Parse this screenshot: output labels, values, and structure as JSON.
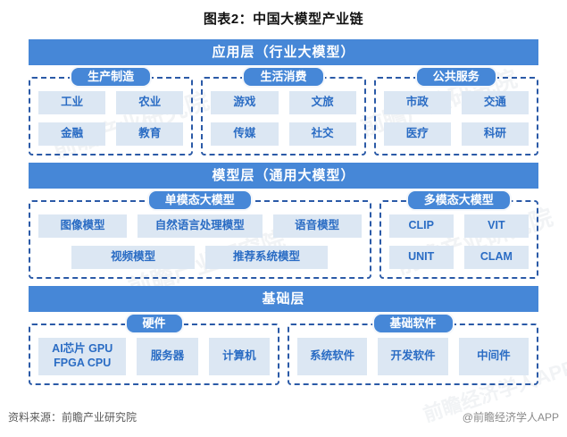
{
  "title": "图表2：中国大模型产业链",
  "layers": [
    {
      "header": "应用层（行业大模型）",
      "groups": [
        {
          "label": "生产制造",
          "rows": [
            [
              "工业",
              "农业"
            ],
            [
              "金融",
              "教育"
            ]
          ]
        },
        {
          "label": "生活消费",
          "rows": [
            [
              "游戏",
              "文旅"
            ],
            [
              "传媒",
              "社交"
            ]
          ]
        },
        {
          "label": "公共服务",
          "rows": [
            [
              "市政",
              "交通"
            ],
            [
              "医疗",
              "科研"
            ]
          ]
        }
      ]
    },
    {
      "header": "模型层（通用大模型）",
      "groups": [
        {
          "label": "单模态大模型",
          "rows": [
            [
              "图像模型",
              "自然语言处理模型",
              "语音模型"
            ],
            [
              "视频模型",
              "推荐系统模型"
            ]
          ]
        },
        {
          "label": "多模态大模型",
          "rows": [
            [
              "CLIP",
              "VIT"
            ],
            [
              "UNIT",
              "CLAM"
            ]
          ]
        }
      ]
    },
    {
      "header": "基础层",
      "groups": [
        {
          "label": "硬件",
          "rows": [
            [
              "AI芯片 GPU FPGA CPU",
              "服务器",
              "计算机"
            ]
          ]
        },
        {
          "label": "基础软件",
          "rows": [
            [
              "系统软件",
              "开发软件",
              "中间件"
            ]
          ]
        }
      ]
    }
  ],
  "footer": {
    "source": "资料来源：前瞻产业研究院",
    "brand": "@前瞻经济学人APP"
  },
  "watermark": {
    "text": "前瞻产业研究院",
    "brand_text": "前瞻经济学人APP"
  },
  "colors": {
    "bar_blue": "#4687d7",
    "item_bg": "#dce7f3",
    "item_text": "#2a6cc4",
    "dashed_border": "#2b5aa7"
  }
}
